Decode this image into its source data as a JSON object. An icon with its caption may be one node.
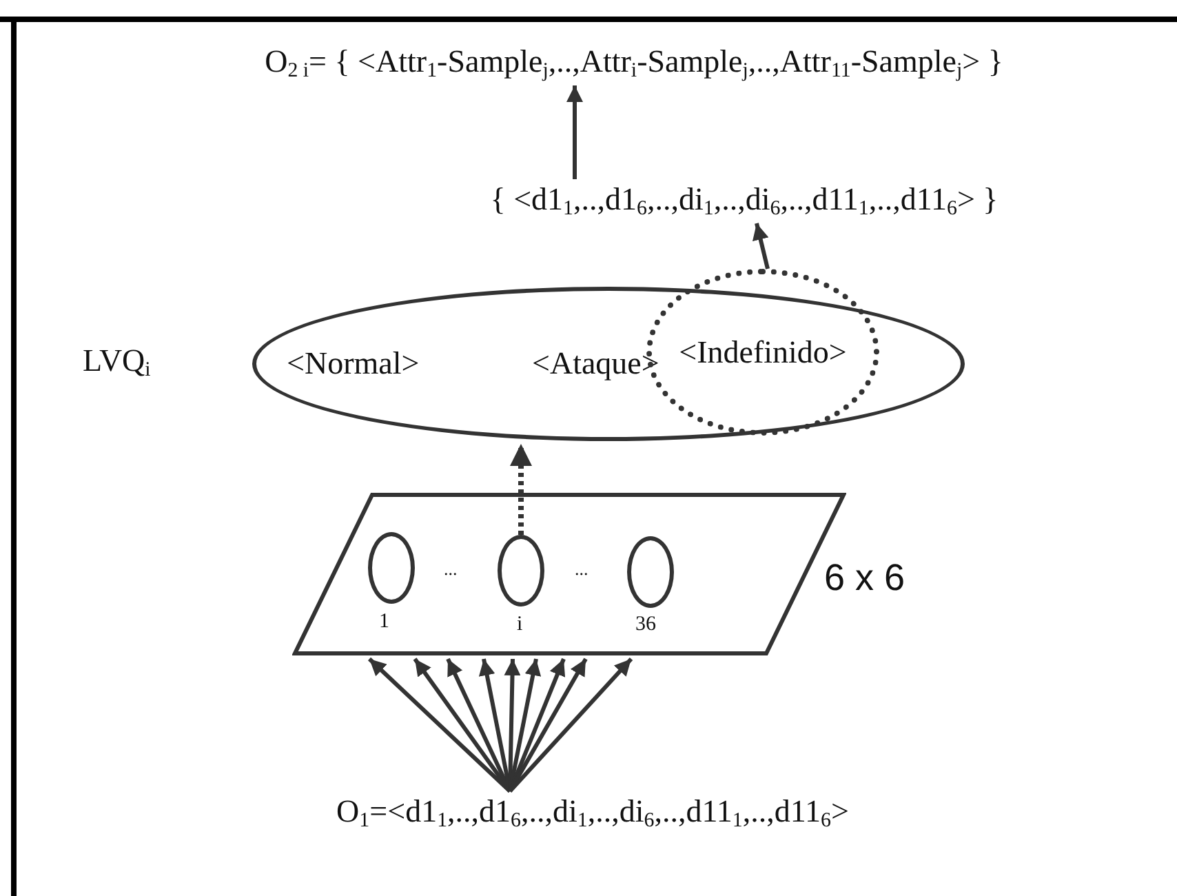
{
  "diagram": {
    "nodes": [
      {
        "text": [
          "O$_{2 i}$= { <Attr$_{1}$-Sample$_{j}$,..,Attr$_{i}$-Sample$_{j}$,..,Attr$_{11}$-Sample$_{j}$> }"
        ]
      },
      {
        "text": [
          "{ <d1$_{1}$,..,d1$_{6}$,..,di$_{1}$,..,di$_{6}$,..,d11$_{1}$,..,d11$_{6}$> }"
        ]
      },
      {
        "text": [
          "<Normal>",
          "<Ataque>"
        ],
        "beside": [
          "LVQ$_{i}$"
        ]
      },
      {
        "text": [
          "<Indefinido>"
        ]
      },
      {
        "text": [],
        "shape": "parallelogram",
        "beside": [
          "6 x 6"
        ]
      },
      {
        "text": [],
        "shape": "ellipse",
        "in": 4,
        "beside": [
          "1"
        ]
      },
      {
        "text": [],
        "shape": "ellipse",
        "in": 4,
        "beside": [
          "i"
        ]
      },
      {
        "text": [],
        "shape": "ellipse",
        "in": 4,
        "beside": [
          "36"
        ]
      },
      {
        "text": [
          "O$_{1}$=<d1$_{1}$,..,d1$_{6}$,..,di$_{1}$,..,di$_{6}$,..,d11$_{1}$,..,d11$_{6}$>"
        ]
      }
    ],
    "edges": [
      {
        "from": 1,
        "to": 0,
        "arrow": "to"
      },
      {
        "from": 3,
        "to": 1,
        "arrow": "to"
      },
      {
        "from": 6,
        "to": 2,
        "arrow": "to",
        "style": "dashed"
      },
      {
        "from": 8,
        "to": 4,
        "arrow": "to"
      },
      {
        "from": 8,
        "to": 4,
        "arrow": "to"
      },
      {
        "from": 8,
        "to": 4,
        "arrow": "to"
      },
      {
        "from": 8,
        "to": 4,
        "arrow": "to"
      },
      {
        "from": 8,
        "to": 4,
        "arrow": "to"
      },
      {
        "from": 8,
        "to": 4,
        "arrow": "to"
      },
      {
        "from": 8,
        "to": 4,
        "arrow": "to"
      },
      {
        "from": 8,
        "to": 4,
        "arrow": "to"
      },
      {
        "from": 8,
        "to": 4,
        "arrow": "to"
      }
    ],
    "labels": [
      "...",
      "..."
    ]
  }
}
